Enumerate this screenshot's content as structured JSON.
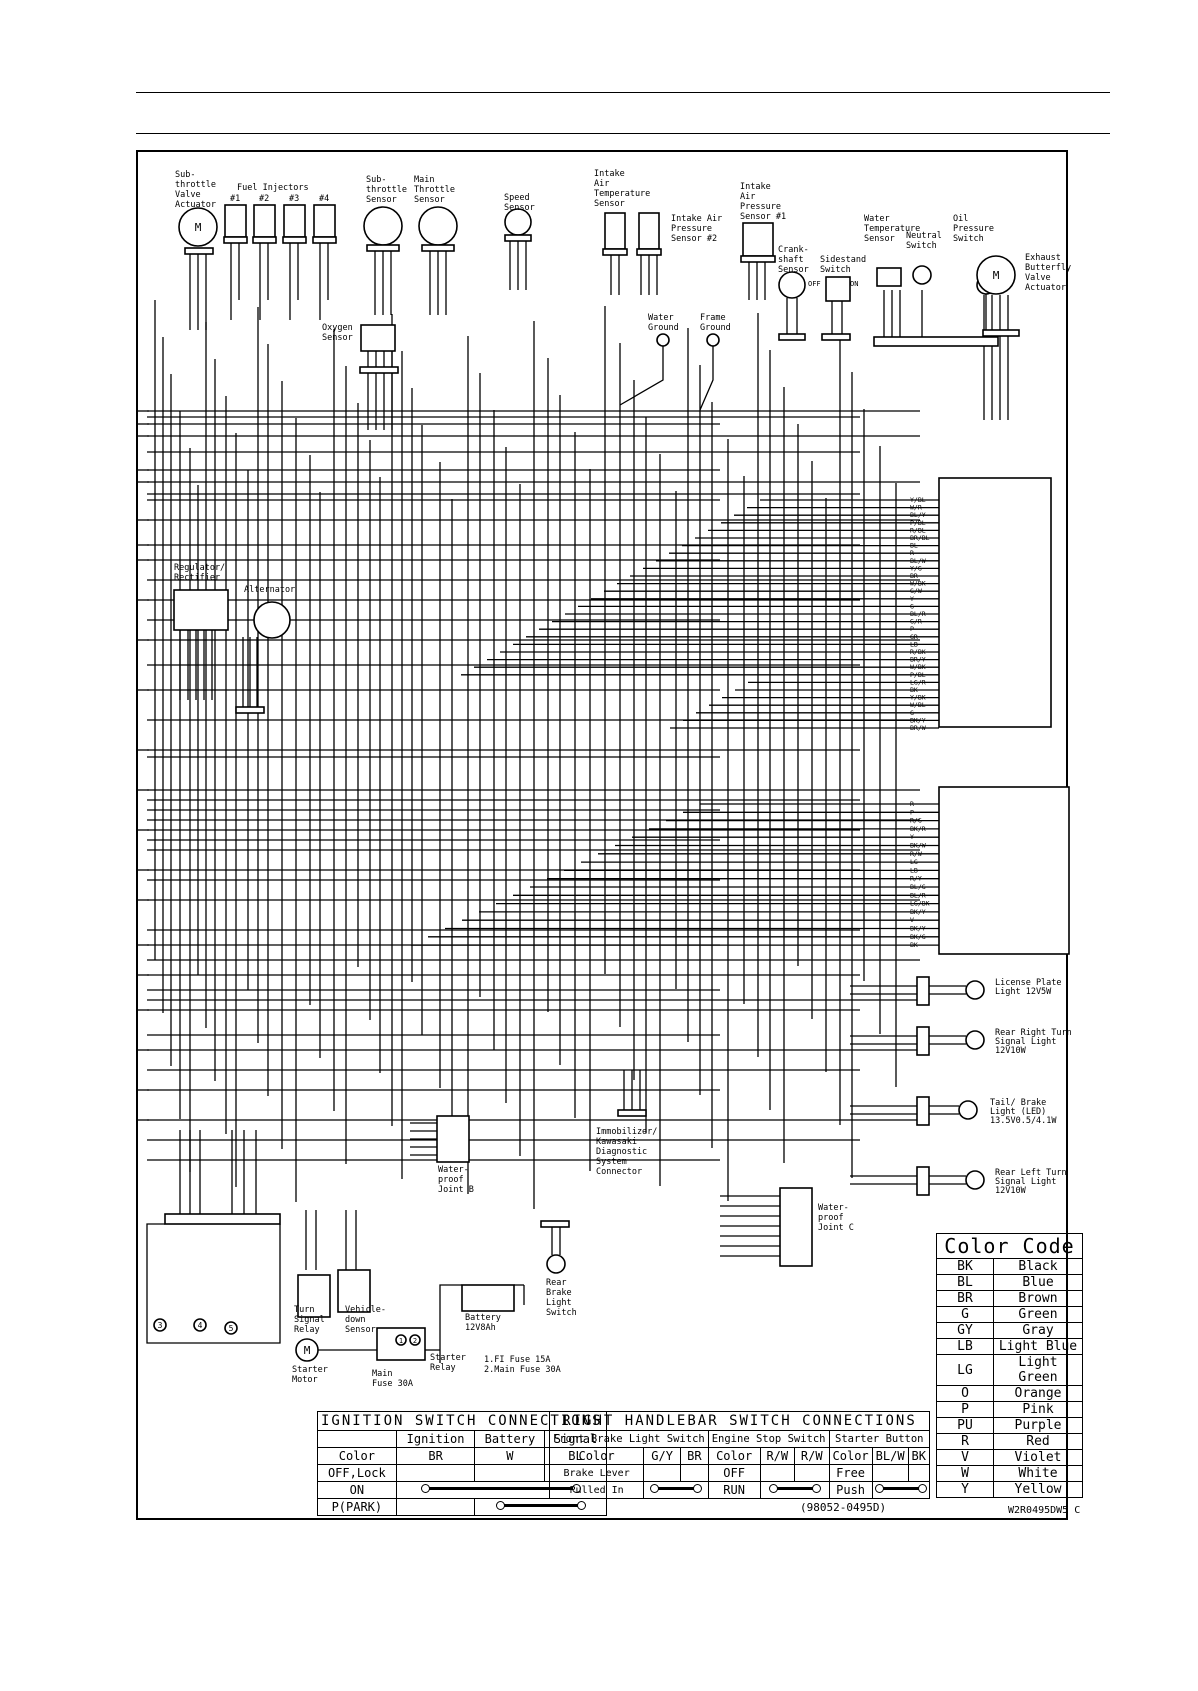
{
  "labels": {
    "subthrottle_actuator": [
      "Sub-",
      "throttle",
      "Valve",
      "Actuator"
    ],
    "fuel_injectors": "Fuel Injectors",
    "injector_nums": [
      "#1",
      "#2",
      "#3",
      "#4"
    ],
    "subthrottle_sensor": [
      "Sub-",
      "throttle",
      "Sensor"
    ],
    "main_throttle_sensor": [
      "Main",
      "Throttle",
      "Sensor"
    ],
    "speed_sensor": [
      "Speed",
      "Sensor"
    ],
    "intake_air_temp": [
      "Intake",
      "Air",
      "Temperature",
      "Sensor"
    ],
    "intake_air_pressure2": [
      "Intake Air",
      "Pressure",
      "Sensor #2"
    ],
    "intake_air_pressure1": [
      "Intake",
      "Air",
      "Pressure",
      "Sensor #1"
    ],
    "crankshaft_sensor": [
      "Crank-",
      "shaft",
      "Sensor"
    ],
    "sidestand_switch": [
      "Sidestand",
      "Switch"
    ],
    "sidestand_off": "OFF",
    "sidestand_on": "ON",
    "water_temp_sensor": [
      "Water",
      "Temperature",
      "Sensor"
    ],
    "neutral_switch": [
      "Neutral",
      "Switch"
    ],
    "oil_pressure_switch": [
      "Oil",
      "Pressure",
      "Switch"
    ],
    "exhaust_actuator": [
      "Exhaust",
      "Butterfly",
      "Valve",
      "Actuator"
    ],
    "water_ground": [
      "Water",
      "Ground"
    ],
    "frame_ground": [
      "Frame",
      "Ground"
    ],
    "oxygen_sensor": [
      "Oxygen",
      "Sensor"
    ],
    "regulator": [
      "Regulator/",
      "Rectifier"
    ],
    "alternator": "Alternator",
    "license_light": [
      "License Plate",
      "Light 12V5W"
    ],
    "rear_right_turn": [
      "Rear Right Turn",
      "Signal Light",
      "12V10W"
    ],
    "tail_brake": [
      "Tail/ Brake",
      "Light (LED)",
      "13.5V0.5/4.1W"
    ],
    "rear_left_turn": [
      "Rear Left Turn",
      "Signal Light",
      "12V10W"
    ],
    "joint_b": [
      "Water-",
      "proof",
      "Joint B"
    ],
    "joint_c": [
      "Water-",
      "proof",
      "Joint C"
    ],
    "immobilizer": [
      "Immobilizer/",
      "Kawasaki",
      "Diagnostic",
      "System",
      "Connector"
    ],
    "rear_brake_switch": [
      "Rear",
      "Brake",
      "Light",
      "Switch"
    ],
    "turn_signal_relay": [
      "Turn",
      "Signal",
      "Relay"
    ],
    "vehicle_down_sensor": [
      "Vehicle-",
      "down",
      "Sensor"
    ],
    "battery": [
      "Battery",
      "12V8Ah"
    ],
    "starter_motor": [
      "Starter",
      "Motor"
    ],
    "main_fuse": [
      "Main",
      "Fuse 30A"
    ],
    "starter_relay": [
      "Starter",
      "Relay"
    ],
    "fuse_notes": [
      "1.FI Fuse 15A",
      "2.Main Fuse 30A"
    ],
    "circle_nums": [
      "3",
      "4",
      "5"
    ],
    "motor_m": "M",
    "fuse_marks": [
      "1",
      "2"
    ]
  },
  "ecu_pins_upper": [
    "Y/BL",
    "W/R",
    "BL/Y",
    "P/BL",
    "R/BL",
    "BR/BL",
    "BL",
    "R",
    "BL/W",
    "Y/G",
    "BR",
    "W/BK",
    "G/W",
    "Y",
    "G",
    "BL/R",
    "G/R",
    "P",
    "GR",
    "LB",
    "R/BK",
    "BR/Y",
    "W/BK",
    "P/BL",
    "LG/R",
    "BK",
    "Y/BK",
    "W/BL",
    "G",
    "BK/Y",
    "BR/W"
  ],
  "ecu_pins_lower": [
    "R",
    "P",
    "R/G",
    "BK/R",
    "Y",
    "BK/W",
    "R/W",
    "LG",
    "LB",
    "R/Y",
    "BL/G",
    "BL/R",
    "LG/BK",
    "BK/Y",
    "V",
    "BK/Y",
    "BK/G",
    "BK"
  ],
  "ignition_table": {
    "title": "IGNITION SWITCH CONNECTIONS",
    "headers": [
      "",
      "Ignition",
      "Battery",
      "Signal"
    ],
    "color_row": [
      "Color",
      "BR",
      "W",
      "BL"
    ],
    "rows": [
      "OFF,Lock",
      "ON",
      "P(PARK)"
    ]
  },
  "handlebar_table": {
    "title": "RIGHT HANDLEBAR SWITCH CONNECTIONS",
    "groups": [
      "Front Brake Light Switch",
      "Engine Stop  Switch",
      "Starter Button"
    ],
    "color_row": [
      "Color",
      "G/Y",
      "BR",
      "Color",
      "R/W",
      "R/W",
      "Color",
      "BL/W",
      "BK"
    ],
    "rows": [
      [
        "Brake Lever",
        "OFF",
        "Free"
      ],
      [
        "Pulled In",
        "RUN",
        "Push"
      ]
    ],
    "part_no": "(98052-0495D)"
  },
  "color_code": {
    "title": "Color Code",
    "rows": [
      [
        "BK",
        "Black"
      ],
      [
        "BL",
        "Blue"
      ],
      [
        "BR",
        "Brown"
      ],
      [
        "G",
        "Green"
      ],
      [
        "GY",
        "Gray"
      ],
      [
        "LB",
        "Light Blue"
      ],
      [
        "LG",
        "Light Green"
      ],
      [
        "O",
        "Orange"
      ],
      [
        "P",
        "Pink"
      ],
      [
        "PU",
        "Purple"
      ],
      [
        "R",
        "Red"
      ],
      [
        "V",
        "Violet"
      ],
      [
        "W",
        "White"
      ],
      [
        "Y",
        "Yellow"
      ]
    ]
  },
  "doc_code": "W2R0495DW5 C"
}
